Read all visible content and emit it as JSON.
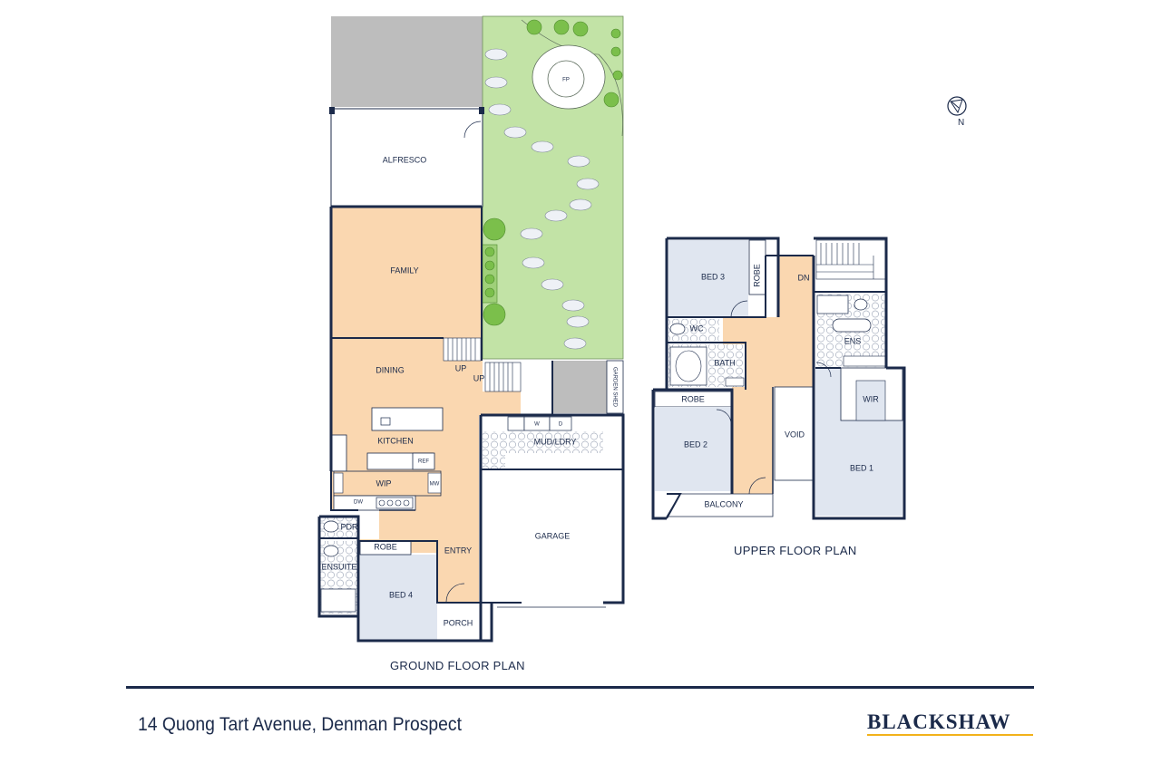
{
  "ground_floor": {
    "title": "GROUND FLOOR PLAN",
    "rooms": {
      "alfresco": "ALFRESCO",
      "family": "FAMILY",
      "dining": "DINING",
      "kitchen": "KITCHEN",
      "wip": "WIP",
      "pdr": "PDR",
      "ensuite": "ENSUITE",
      "robe": "ROBE",
      "bed4": "BED 4",
      "entry": "ENTRY",
      "porch": "PORCH",
      "garage": "GARAGE",
      "mud_ldry": "MUD/LDRY",
      "garden_shed": "GARDEN SHED",
      "fp": "FP",
      "up1": "UP",
      "up2": "UP"
    },
    "fixtures": {
      "ref": "REF",
      "mw": "MW",
      "dw": "DW",
      "w": "W",
      "d": "D"
    }
  },
  "upper_floor": {
    "title": "UPPER FLOOR PLAN",
    "rooms": {
      "bed3": "BED 3",
      "robe_vert": "ROBE",
      "dn": "DN",
      "wc": "WC",
      "bath": "BATH",
      "ens": "ENS",
      "robe": "ROBE",
      "bed2": "BED 2",
      "void": "VOID",
      "wir": "WIR",
      "bed1": "BED 1",
      "balcony": "BALCONY"
    }
  },
  "compass": {
    "label": "N",
    "icon": "north-arrow-icon"
  },
  "address": "14 Quong Tart Avenue, Denman Prospect",
  "brand": {
    "name": "BLACKSHAW"
  },
  "colors": {
    "wall": "#1b2a4a",
    "living": "#fad7b0",
    "bedroom": "#e0e6f0",
    "wet": "#eef1f6",
    "garden": "#c2e3a6",
    "paving": "#bdbdbd",
    "accent": "#f2b21b"
  }
}
